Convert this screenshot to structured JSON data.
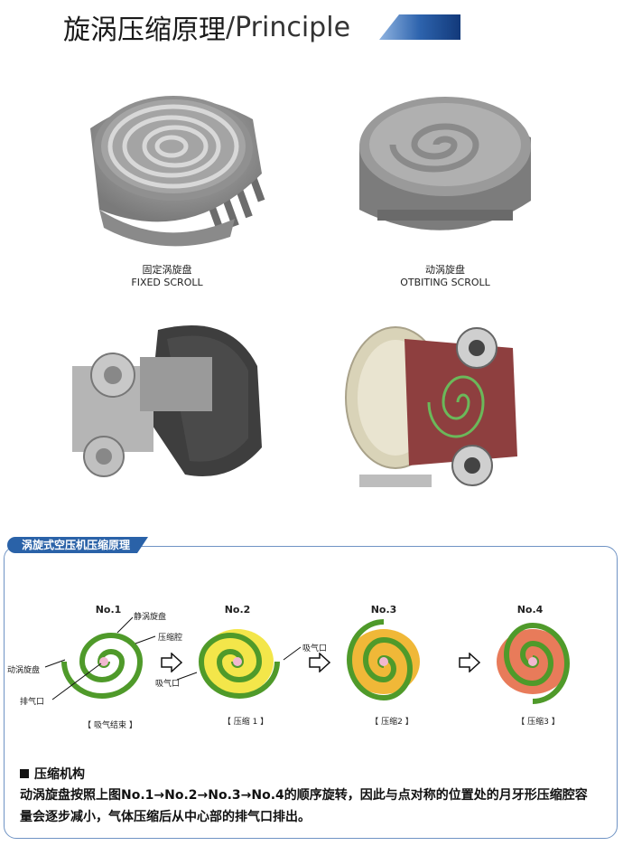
{
  "header": {
    "title_cn": "旋涡压缩原理",
    "separator": "/",
    "title_en": "Principle",
    "accent_color": "#1b4f9a"
  },
  "photos": [
    {
      "name": "fixed-scroll",
      "caption_cn": "固定涡旋盘",
      "caption_en": "FIXED SCROLL"
    },
    {
      "name": "orbiting-scroll",
      "caption_cn": "动涡旋盘",
      "caption_en": "OTBITING SCROLL"
    },
    {
      "name": "scroll-compressor-unit",
      "caption_cn": "",
      "caption_en": ""
    },
    {
      "name": "scroll-compressor-cutaway",
      "caption_cn": "",
      "caption_en": ""
    }
  ],
  "panel": {
    "tab_label": "涡旋式空压机压缩原理",
    "border_color": "#6f93c4",
    "tab_color": "#2a62a8",
    "stages": [
      {
        "label": "No.1",
        "caption": "【 吸气结束 】"
      },
      {
        "label": "No.2",
        "caption": "【 压缩 1 】"
      },
      {
        "label": "No.3",
        "caption": "【 压缩2 】"
      },
      {
        "label": "No.4",
        "caption": "【 压缩3 】"
      }
    ],
    "callouts": {
      "fixed_scroll": "静涡旋盘",
      "compression_chamber": "压缩腔",
      "orbiting_scroll": "动涡旋盘",
      "exhaust": "排气口",
      "intake_2": "吸气口",
      "intake_1": "吸气口"
    },
    "mechanism": {
      "title": "压缩机构",
      "text": "动涡旋盘按照上图No.1→No.2→No.3→No.4的顺序旋转，因此与点对称的位置处的月牙形压缩腔容量会逐步减小，气体压缩后从中心部的排气口排出。"
    },
    "colors": {
      "scroll_green": "#4f9a2a",
      "stage1_fill": "#ffffff",
      "stage2_fill": "#f3e64a",
      "stage3_fill": "#f0b838",
      "stage4_fill": "#e87b5a",
      "center_pink": "#f2b8d0"
    }
  }
}
